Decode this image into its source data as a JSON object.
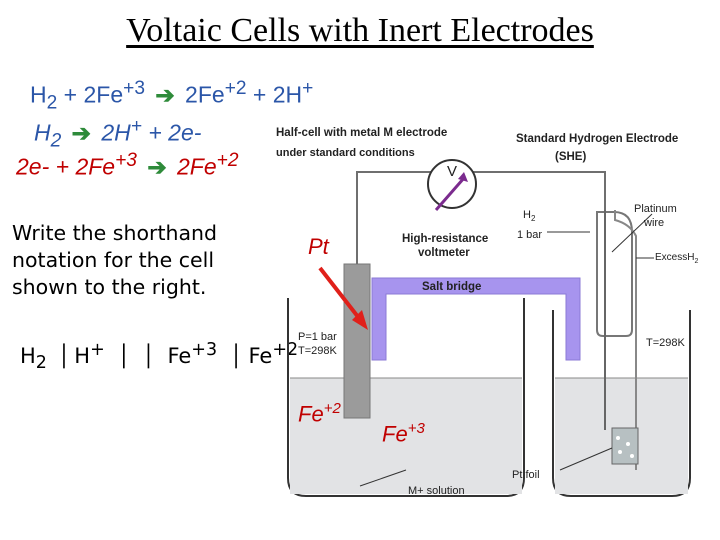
{
  "title": "Voltaic Cells with Inert Electrodes",
  "equations": {
    "overall": {
      "left": "H",
      "left_sub": "2",
      "left_plus": " + 2Fe",
      "left_sup": "+3",
      "right": "2Fe",
      "right_sup": "+2",
      "right_plus": " + 2H",
      "right_sup2": "+"
    },
    "oxidation": {
      "left": "H",
      "left_sub": "2",
      "right": "2H",
      "right_sup": "+",
      "tail": " + 2e-"
    },
    "reduction": {
      "left": "2e- + 2Fe",
      "left_sup": "+3",
      "right": "2Fe",
      "right_sup": "+2"
    }
  },
  "prompt": "Write the shorthand notation for the cell shown to the right.",
  "shorthand": {
    "anode": "H",
    "anode_sub": "2",
    "ion": "H",
    "ion_sup": "+",
    "cathode_ion": "Fe",
    "cathode_ion_sup": "+3",
    "cathode_prod": "Fe",
    "cathode_prod_sup": "+2"
  },
  "annotations": {
    "pt": "Pt",
    "fe2": "Fe",
    "fe2_sup": "+2",
    "fe3": "Fe",
    "fe3_sup": "+3"
  },
  "diagram": {
    "left_halfcell_title": "Half-cell with metal M electrode",
    "left_halfcell_sub": "under standard conditions",
    "she_title": "Standard Hydrogen Electrode",
    "she_abbr": "(SHE)",
    "voltmeter_symbol": "V",
    "voltmeter_label_1": "High-resistance",
    "voltmeter_label_2": "voltmeter",
    "salt_bridge": "Salt bridge",
    "h2_label": "H",
    "h2_sub": "2",
    "h2_pressure": "1 bar",
    "platinum_wire_1": "Platinum",
    "platinum_wire_2": "wire",
    "excess_h2": "ExcessH",
    "excess_h2_sub": "2",
    "left_conditions_1": "P=1 bar",
    "left_conditions_2": "T=298K",
    "right_conditions": "T=298K",
    "pt_foil": "Pt foil",
    "m_solution": "M+ solution",
    "colors": {
      "salt_bridge": "#a794ee",
      "solution": "#e2e3e5",
      "electrode": "#9b9b9b",
      "wire": "#6f6f6f"
    }
  }
}
